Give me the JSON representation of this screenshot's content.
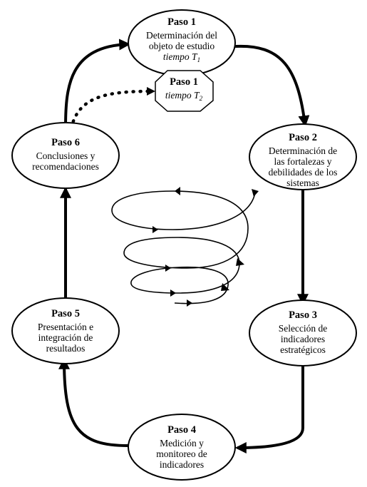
{
  "steps": {
    "paso1": {
      "title": "Paso 1",
      "lines": [
        "Determinación del",
        "objeto de estudio"
      ],
      "time_word": "tiempo T",
      "time_sub": "1"
    },
    "paso1b": {
      "title": "Paso 1",
      "time_word": "tiempo T",
      "time_sub": "2"
    },
    "paso2": {
      "title": "Paso 2",
      "lines": [
        "Determinación de",
        "las fortalezas y",
        "debilidades de los",
        "sistemas"
      ]
    },
    "paso3": {
      "title": "Paso 3",
      "lines": [
        "Selección de",
        "indicadores",
        "estratégicos"
      ]
    },
    "paso4": {
      "title": "Paso 4",
      "lines": [
        "Medición y",
        "monitoreo de",
        "indicadores"
      ]
    },
    "paso5": {
      "title": "Paso 5",
      "lines": [
        "Presentación e",
        "integración de",
        "resultados"
      ]
    },
    "paso6": {
      "title": "Paso 6",
      "lines": [
        "Conclusiones y",
        "recomendaciones"
      ]
    }
  },
  "colors": {
    "stroke": "#000000",
    "fill": "#ffffff"
  }
}
